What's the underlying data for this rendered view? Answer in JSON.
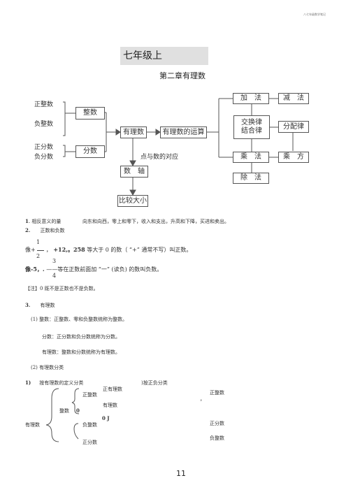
{
  "header_note": "八七年级数学笔记",
  "title_box": "七年级上",
  "chapter_title": "第二章有理数",
  "diagram": {
    "left_labels": [
      "正整数",
      "负整数",
      "正分数",
      "负分数"
    ],
    "integers_box": "整数",
    "fractions_box": "分数",
    "rational_box": "有理数",
    "operations_box": "有理数的运算",
    "add": "加　法",
    "subtract": "减　法",
    "commute_line1": "交换律",
    "commute_line2": "结合律",
    "distribute": "分配律",
    "multiply": "乘　法",
    "multiply2": "乘　方",
    "divide": "除　法",
    "point_number": "点与数的对应",
    "number_axis": "数　轴",
    "compare": "比较大小"
  },
  "notes": {
    "item1_num": "1",
    "item1_label": ". 相反意义的量",
    "item1_text": "向东和向西，零上和零下，收入和支出，升高和下降，买进和卖出。",
    "item2_num": "2.",
    "item2_label": "正数和负数",
    "frac1_num": "1",
    "frac1_den": "2",
    "line_a_prefix": "像+",
    "line_a_mid": "，",
    "line_a_bold": "+12,。258",
    "line_a_text": "等大于 0 的数（ “+” 通常不写）叫正数。",
    "frac2_num": "3",
    "frac2_den": "4",
    "line_b_prefix": "像-5，.",
    "line_b_text": "——等在正数前面加 “一” (读负) 的数叫负数。",
    "note_zero": "【注】0 既不是正数也不是负数。",
    "item3_num": "3.",
    "item3_label": "有理数",
    "def1": "(1) 整数：正整数、零和负整数统称为整数。",
    "def2": "分数：正分数和负分数统称为分数。",
    "def3": "有理数：整数和分数统称为有理数。",
    "def4": "(2) 有理数分类",
    "class_num": "1)",
    "class_title1": "按有理数的定义分类",
    "class_title2": ")按正负分类"
  },
  "classify": {
    "root": "有理数",
    "positive_rational": "正有理数",
    "positive_integer": "正整数",
    "rational_label": "有理数",
    "integer": "整数",
    "zero": "0",
    "negative_integer": "负整数",
    "zero_j": "0 J",
    "positive_fraction": "正分数",
    "right_pos_int": "正整数",
    "right_pos_frac": "正分数",
    "right_neg_int": "负整数",
    "dot": "，"
  },
  "page_number": "11"
}
